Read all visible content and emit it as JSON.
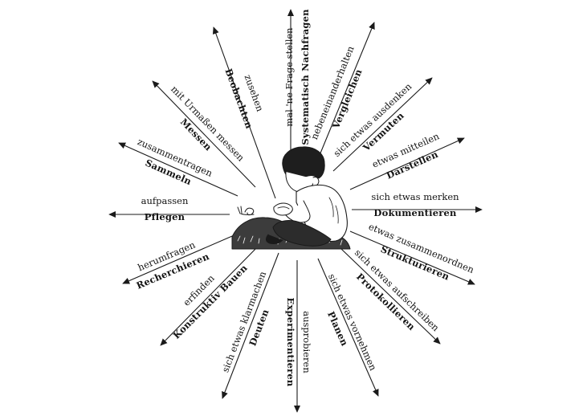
{
  "rays": [
    {
      "id": "beobachten",
      "upper": "zusehen",
      "lower": "Beobachten"
    },
    {
      "id": "nachfragen",
      "upper": "mal 'ne Frage stellen",
      "lower": "Systematisch Nachfragen"
    },
    {
      "id": "vergleichen",
      "upper": "nebeneinanderhalten",
      "lower": "Vergleichen"
    },
    {
      "id": "vermuten",
      "upper": "sich etwas ausdenken",
      "lower": "Vermuten"
    },
    {
      "id": "darstellen",
      "upper": "etwas mitteilen",
      "lower": "Darstellen"
    },
    {
      "id": "dokumentieren",
      "upper": "sich etwas merken",
      "lower": "Dokumentieren"
    },
    {
      "id": "strukturieren",
      "upper": "etwas zusammenordnen",
      "lower": "Strukturieren"
    },
    {
      "id": "protokollieren",
      "upper": "sich etwas aufschreiben",
      "lower": "Protokollieren"
    },
    {
      "id": "planen",
      "upper": "sich etwas vornehmen",
      "lower": "Planen"
    },
    {
      "id": "experimentieren",
      "upper": "ausprobieren",
      "lower": "Experimentieren"
    },
    {
      "id": "deuten",
      "upper": "sich etwas klarmachen",
      "lower": "Deuten"
    },
    {
      "id": "bauen",
      "upper": "erfinden",
      "lower": "Konstruktiv Bauen"
    },
    {
      "id": "recherchieren",
      "upper": "herumfragen",
      "lower": "Recherchieren"
    },
    {
      "id": "pflegen",
      "upper": "aufpassen",
      "lower": "Pflegen"
    },
    {
      "id": "sammeln",
      "upper": "zusammentragen",
      "lower": "Sammeln"
    },
    {
      "id": "messen",
      "upper": "mit Urmaßen messen",
      "lower": "Messen"
    }
  ]
}
